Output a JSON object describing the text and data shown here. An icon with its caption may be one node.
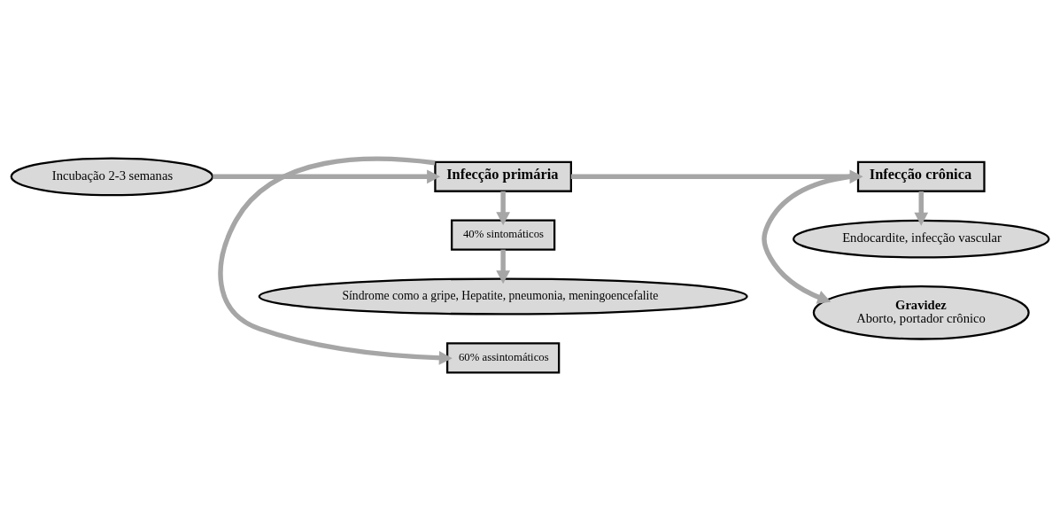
{
  "diagram": {
    "nodes": [
      {
        "text": [
          "Gravidez",
          "Aborto, portador crônico"
        ]
      },
      {
        "text": [
          "60% assintomáticos"
        ]
      },
      {
        "text": [
          "Incubação 2-3 semanas"
        ]
      },
      {
        "text": [
          "Infecção primária"
        ]
      },
      {
        "text": [
          "Infecção crônica"
        ]
      },
      {
        "text": [
          "40% sintomáticos"
        ]
      },
      {
        "text": [
          "Endocardite, infecção vascular"
        ]
      },
      {
        "text": [
          "Síndrome como a gripe, Hepatite, pneumonia, meningoencefalite"
        ]
      }
    ],
    "edges": [
      {
        "from": 2,
        "to": 3,
        "arrow": "to"
      },
      {
        "from": 3,
        "to": 1,
        "arrow": "to"
      },
      {
        "from": 3,
        "to": 4,
        "arrow": "to"
      },
      {
        "from": 3,
        "to": 5,
        "arrow": "to"
      },
      {
        "from": 5,
        "to": 7,
        "arrow": "to"
      },
      {
        "from": 4,
        "to": 0,
        "arrow": "to"
      },
      {
        "from": 4,
        "to": 6,
        "arrow": "to"
      }
    ]
  }
}
